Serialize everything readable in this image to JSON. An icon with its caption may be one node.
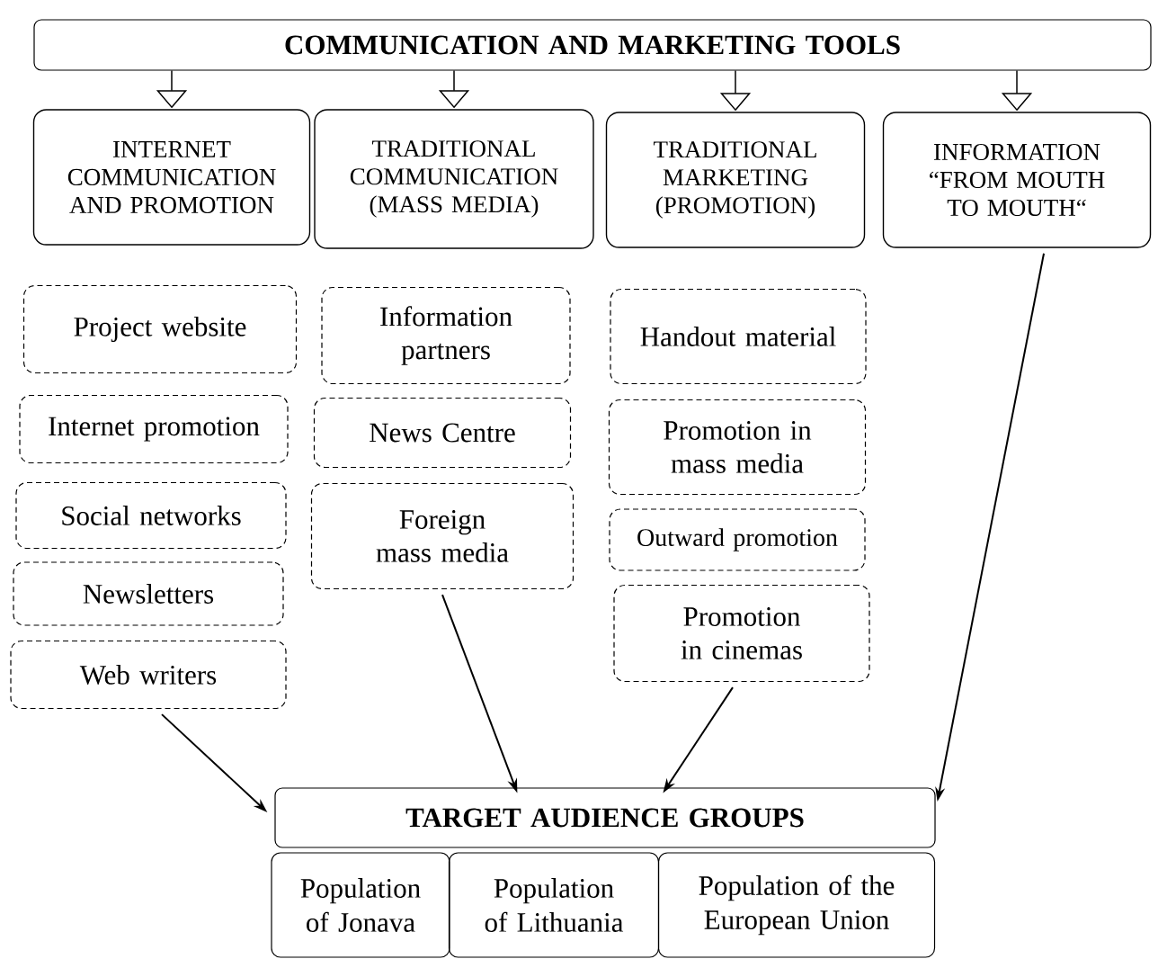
{
  "diagram": {
    "nodes": [
      {
        "text": [
          "COMMUNICATION AND MARKETING TOOLS"
        ]
      },
      {
        "text": [
          "INTERNET COMMUNICATION AND PROMOTION"
        ]
      },
      {
        "text": [
          "TRADITIONAL COMMUNICATION (MASS MEDIA)"
        ]
      },
      {
        "text": [
          "TRADITIONAL MARKETING (PROMOTION)"
        ]
      },
      {
        "text": [
          "INFORMATION “FROM MOUTH TO MOUTH“"
        ]
      },
      {
        "text": [
          "Project website"
        ]
      },
      {
        "text": [
          "Internet promotion"
        ]
      },
      {
        "text": [
          "Social networks"
        ]
      },
      {
        "text": [
          "Newsletters"
        ]
      },
      {
        "text": [
          "Web writers"
        ]
      },
      {
        "text": [
          "Information partners"
        ]
      },
      {
        "text": [
          "News Centre"
        ]
      },
      {
        "text": [
          "Foreign mass media"
        ]
      },
      {
        "text": [
          "Handout material"
        ]
      },
      {
        "text": [
          "Promotion in mass media"
        ]
      },
      {
        "text": [
          "Outward promotion"
        ]
      },
      {
        "text": [
          "Promotion in cinemas"
        ]
      },
      {
        "text": [
          "TARGET AUDIENCE GROUPS"
        ]
      },
      {
        "text": [
          "Population of Jonava"
        ]
      },
      {
        "text": [
          "Population of Lithuania"
        ]
      },
      {
        "text": [
          "Population of the European Union"
        ]
      }
    ],
    "edges": [
      {
        "from": 0,
        "to": 1,
        "arrow": "to"
      },
      {
        "from": 0,
        "to": 2,
        "arrow": "to"
      },
      {
        "from": 0,
        "to": 3,
        "arrow": "to"
      },
      {
        "from": 0,
        "to": 4,
        "arrow": "to"
      },
      {
        "from": 9,
        "to": 17,
        "arrow": "to"
      },
      {
        "from": 12,
        "to": 17,
        "arrow": "to"
      },
      {
        "from": 16,
        "to": 17,
        "arrow": "to"
      },
      {
        "from": 4,
        "to": 17,
        "arrow": "to"
      }
    ]
  }
}
